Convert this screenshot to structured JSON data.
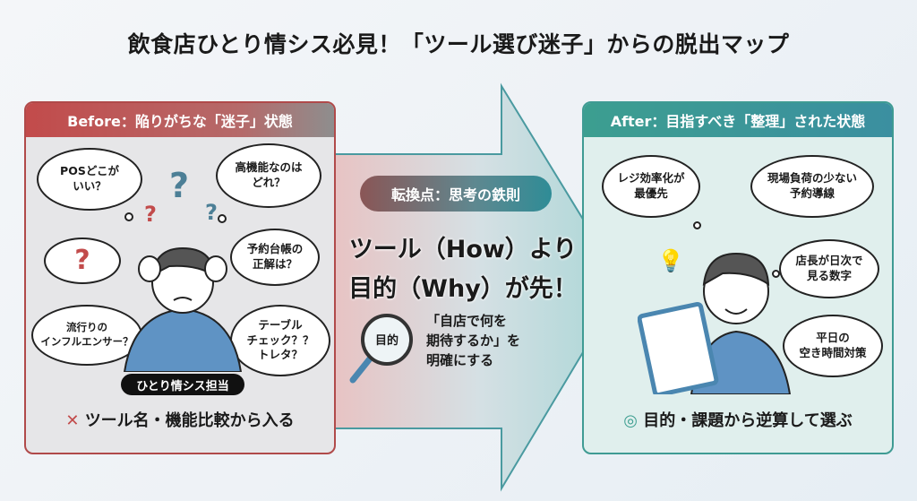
{
  "title": "飲食店ひとり情シス必見！「ツール選び迷子」からの脱出マップ",
  "before": {
    "header": "Before：陥りがちな「迷子」状態",
    "bubbles": [
      "POSどこが\nいい？",
      "高機能なのは\nどれ？",
      "?",
      "予約台帳の\n正解は？",
      "流行りの\nインフルエンサー？",
      "テーブル\nチェック？？\nトレタ？"
    ],
    "role_label": "ひとり情シス担当",
    "bottom_mark": "✕",
    "bottom_text": "ツール名・機能比較から入る"
  },
  "center": {
    "pill": "転換点：思考の鉄則",
    "headline_1": "ツール（How）より",
    "headline_2": "目的（Why）が先！",
    "lens_label": "目的",
    "subtext": "「自店で何を\n期待するか」を\n明確にする"
  },
  "after": {
    "header": "After：目指すべき「整理」された状態",
    "bubbles": [
      "レジ効率化が\n最優先",
      "現場負荷の少ない\n予約導線",
      "店長が日次で\n見る数字",
      "平日の\n空き時間対策"
    ],
    "bottom_mark": "◎",
    "bottom_text": "目的・課題から逆算して選ぶ"
  },
  "colors": {
    "before": "#c24b4b",
    "after": "#3c9e90"
  }
}
